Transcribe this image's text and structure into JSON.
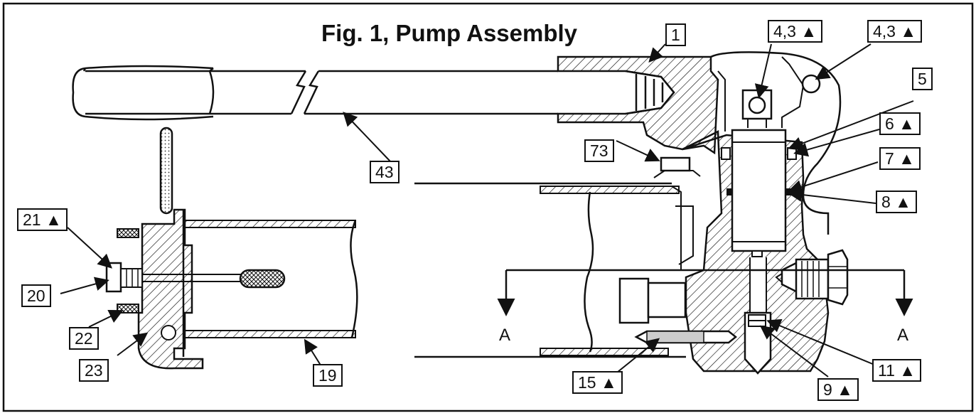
{
  "figure": {
    "title": "Fig. 1, Pump Assembly",
    "callouts": {
      "c1": "1",
      "c43a": "4,3 ▲",
      "c43b": "4,3 ▲",
      "c5": "5",
      "c6": "6 ▲",
      "c7": "7 ▲",
      "c8": "8 ▲",
      "c73": "73",
      "c43": "43",
      "c21": "21 ▲",
      "c20": "20",
      "c22": "22",
      "c23": "23",
      "c19": "19",
      "c15": "15 ▲",
      "c9": "9 ▲",
      "c11": "11 ▲"
    },
    "section_left": "A",
    "section_right": "A"
  }
}
